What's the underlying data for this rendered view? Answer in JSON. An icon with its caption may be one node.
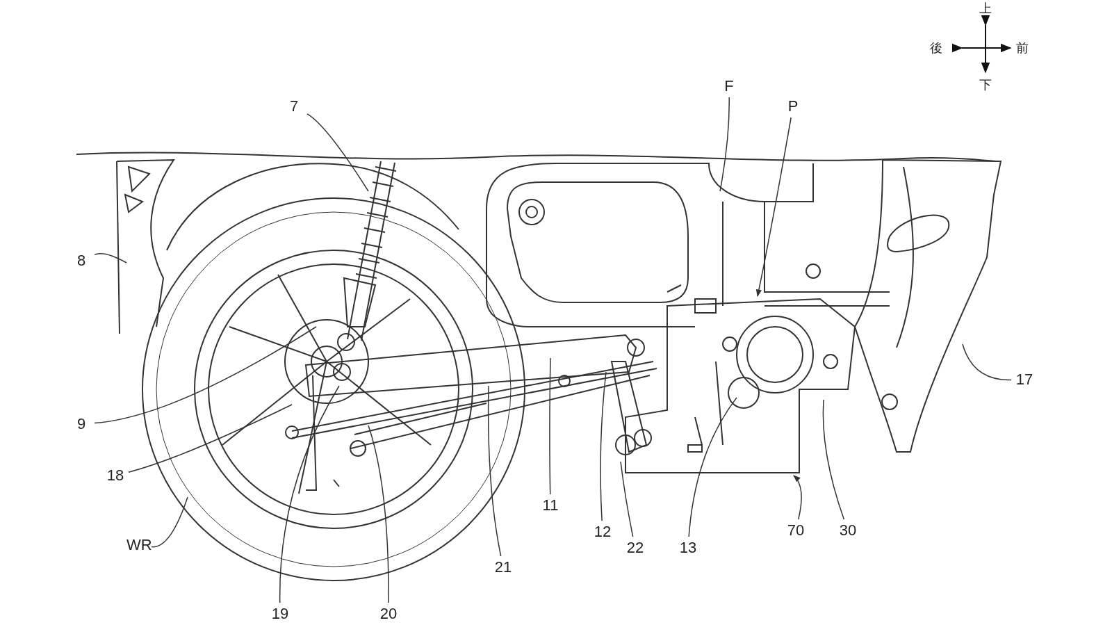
{
  "diagram": {
    "nodes": [
      {
        "text": [
          "7"
        ]
      },
      {
        "text": [
          "F"
        ]
      },
      {
        "text": [
          "P"
        ]
      },
      {
        "text": [
          "8"
        ]
      },
      {
        "text": [
          "9"
        ]
      },
      {
        "text": [
          "17"
        ]
      },
      {
        "text": [
          "18"
        ]
      },
      {
        "text": [
          "11"
        ]
      },
      {
        "text": [
          "12"
        ]
      },
      {
        "text": [
          "22"
        ]
      },
      {
        "text": [
          "13"
        ]
      },
      {
        "text": [
          "70"
        ]
      },
      {
        "text": [
          "30"
        ]
      },
      {
        "text": [
          "WR"
        ]
      },
      {
        "text": [
          "21"
        ]
      },
      {
        "text": [
          "19"
        ]
      },
      {
        "text": [
          "20"
        ]
      }
    ],
    "edges": [
      {
        "from": 0,
        "to": null,
        "arrow": "none"
      },
      {
        "from": 1,
        "to": null,
        "arrow": "none"
      },
      {
        "from": 2,
        "to": null,
        "arrow": "to"
      },
      {
        "from": 3,
        "to": null,
        "arrow": "none"
      },
      {
        "from": 4,
        "to": null,
        "arrow": "none"
      },
      {
        "from": 5,
        "to": null,
        "arrow": "none"
      },
      {
        "from": 6,
        "to": null,
        "arrow": "none"
      },
      {
        "from": 7,
        "to": null,
        "arrow": "none"
      },
      {
        "from": 8,
        "to": null,
        "arrow": "none"
      },
      {
        "from": 9,
        "to": null,
        "arrow": "none"
      },
      {
        "from": 10,
        "to": null,
        "arrow": "none"
      },
      {
        "from": 11,
        "to": null,
        "arrow": "to"
      },
      {
        "from": 12,
        "to": null,
        "arrow": "none"
      },
      {
        "from": 13,
        "to": null,
        "arrow": "none"
      },
      {
        "from": 14,
        "to": null,
        "arrow": "none"
      },
      {
        "from": 15,
        "to": null,
        "arrow": "none"
      },
      {
        "from": 16,
        "to": null,
        "arrow": "none"
      }
    ],
    "labels": [
      "上",
      "後",
      "前",
      "下"
    ]
  }
}
